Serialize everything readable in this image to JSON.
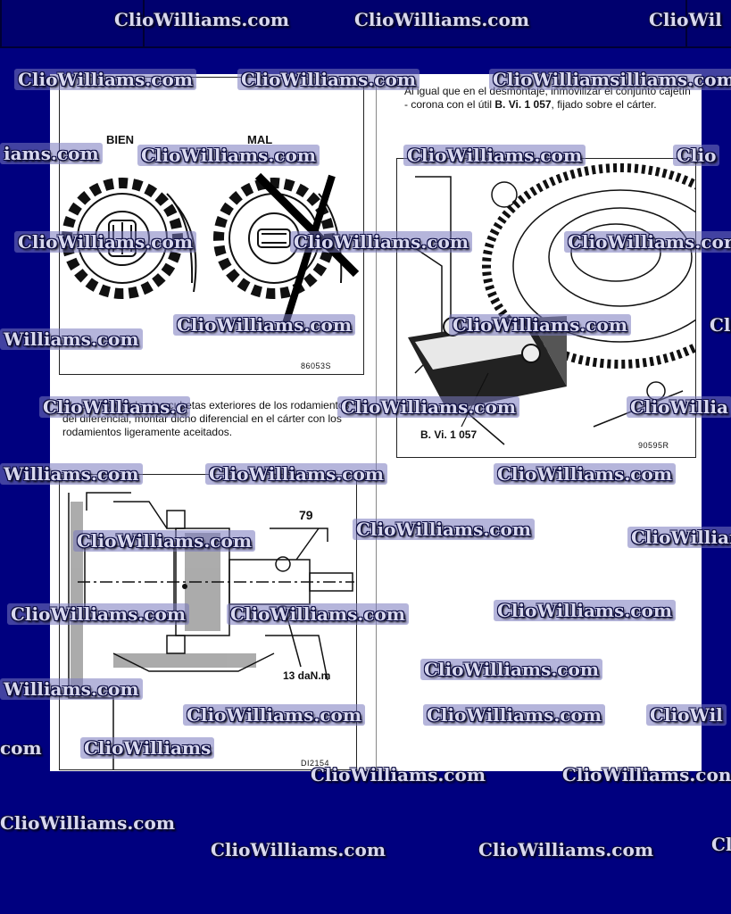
{
  "gear_figure": {
    "label_good": "BIEN",
    "label_bad": "MAL",
    "ref": "86053S"
  },
  "paragraph_left": "Al estar montadas las cubetas exteriores de los rodamientos del diferencial, montar dicho diferencial en el cárter con los rodamientos ligeramente aceitados.",
  "paragraph_right": {
    "text_before": "Al igual que en el desmontaje, inmovilizar el conjunto cajetín - corona con el útil ",
    "tool": "B. Vi. 1 057",
    "text_after": ", fijado sobre el cárter."
  },
  "tool_figure": {
    "callout": "B. Vi. 1 057",
    "ref": "90595R"
  },
  "section_figure": {
    "callout_number": "79",
    "torque": "13 daN.m",
    "ref": "DI2154"
  },
  "watermark": "ClioWilliams.com",
  "watermarks_cut": {
    "w1": "ClioWil",
    "w2": "ClioWilliamsilliams.com",
    "w3": "iams.com",
    "w4": "Clio",
    "w5": "ClioWilliams.cor",
    "w6": "Williams.com",
    "w7": "Cl",
    "w8": "ClioWilliams.c",
    "w9": "ClioWilliams.con",
    "w10": "Williams.com",
    "w11": "ClioWillia",
    "w12": "ClioWilliams.c",
    "w13": "ClioWil",
    "w14": "com",
    "w15": "ClioWilliams",
    "w16": "ClioWilliams.com",
    "w17": "ClioWilliams.con",
    "w18": "Cl"
  },
  "colors": {
    "background": "#00007f",
    "page": "#ffffff",
    "watermark_fill": "#d8d8ee"
  }
}
